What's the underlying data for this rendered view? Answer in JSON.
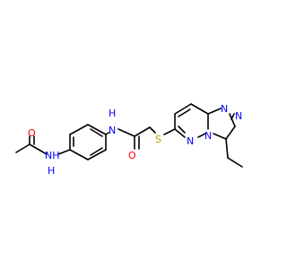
{
  "colors": {
    "background": "#ffffff",
    "bond": "#000000",
    "oxygen": "#ff0000",
    "nitrogen": "#0000ff",
    "sulfur": "#b2a000"
  },
  "atoms": {
    "acetyl_o": {
      "label": "O",
      "element": "O"
    },
    "amide1_nh": {
      "label": "NH",
      "element": "N"
    },
    "amide1_h": {
      "label": "H",
      "element": "N"
    },
    "amide2_n": {
      "label": "N",
      "element": "N"
    },
    "amide2_h": {
      "label": "H",
      "element": "N"
    },
    "amide2_o": {
      "label": "O",
      "element": "O"
    },
    "sulfur": {
      "label": "S",
      "element": "S"
    },
    "ring_n1": {
      "label": "N",
      "element": "N"
    },
    "ring_n2": {
      "label": "N",
      "element": "N"
    },
    "ring_n3": {
      "label": "N",
      "element": "N"
    },
    "ring_n4": {
      "label": "N",
      "element": "N"
    }
  }
}
